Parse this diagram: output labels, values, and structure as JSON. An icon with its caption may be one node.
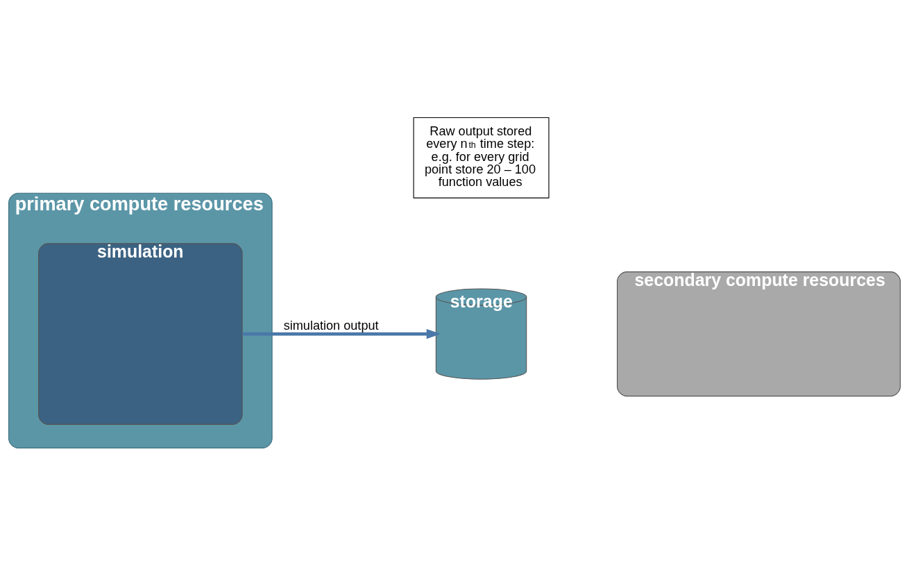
{
  "diagram": {
    "nodes": [
      {
        "text": [
          "primary compute resources"
        ]
      },
      {
        "text": [
          "simulation"
        ],
        "in": 0
      },
      {
        "text": [
          "storage"
        ]
      },
      {
        "text": [
          "secondary compute resources"
        ]
      },
      {
        "text": [
          "Raw output stored every n$^{th}$ time step: e.g. for every grid point store 20 – 100 function values"
        ]
      }
    ],
    "edges": [
      {
        "from": 1,
        "to": 2,
        "arrow": "to",
        "label": "simulation output"
      }
    ]
  }
}
